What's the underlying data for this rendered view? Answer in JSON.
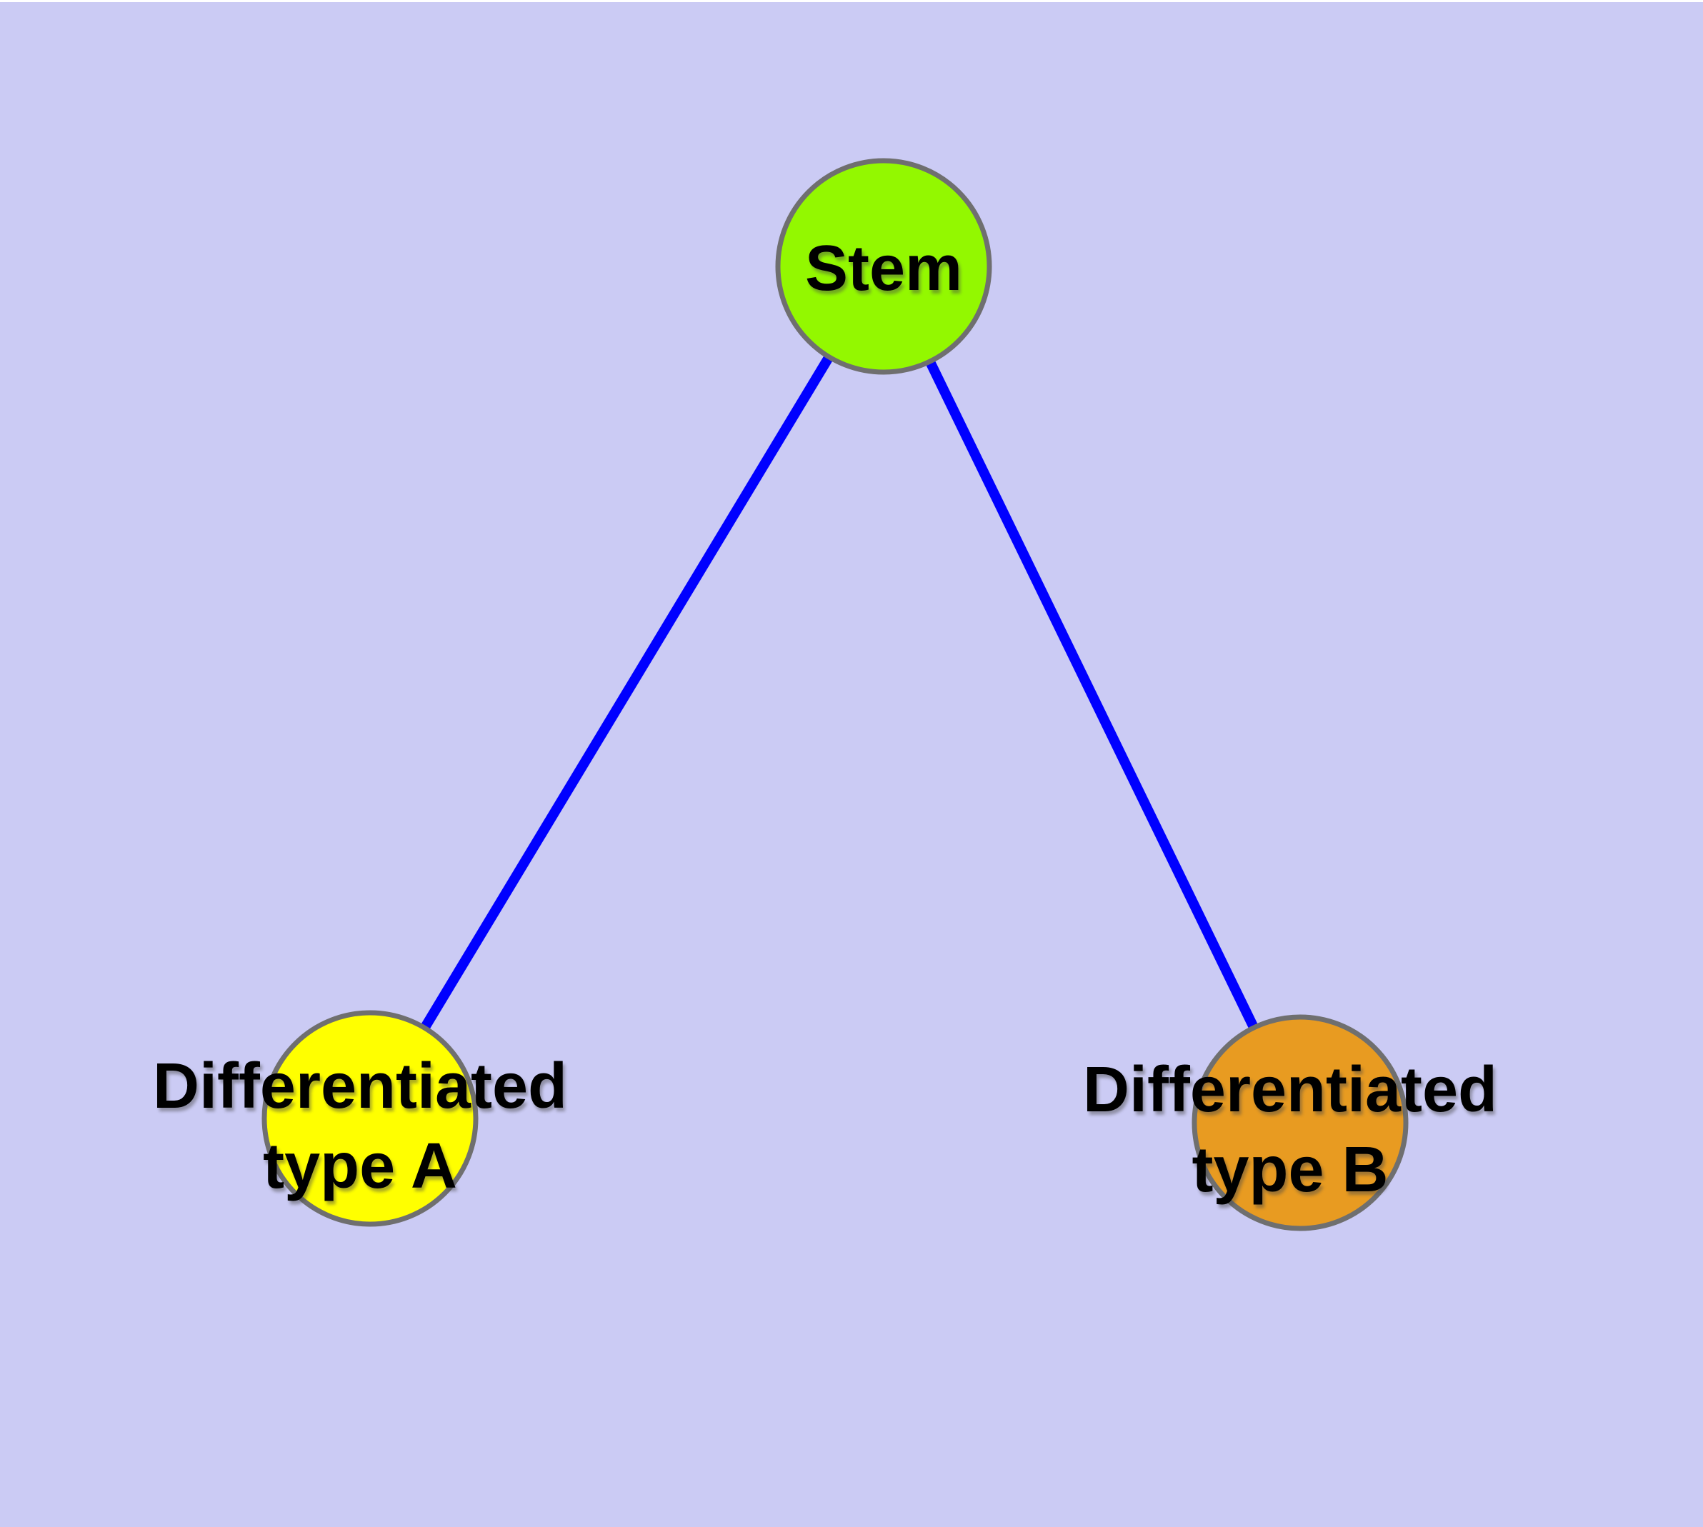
{
  "colors": {
    "background": "#CBCBF4",
    "top_strip": "#FFFFFF",
    "edge": "#0000FF",
    "node_border": "#6F6F6F",
    "label_text": "#000000",
    "stem_fill": "#93F800",
    "type_a_fill": "#FFFF00",
    "type_b_fill": "#E89B21"
  },
  "nodes": {
    "stem": {
      "label": "Stem"
    },
    "type_a": {
      "label_line1": "Differentiated",
      "label_line2": "type A"
    },
    "type_b": {
      "label_line1": "Differentiated",
      "label_line2": "type B"
    }
  },
  "edges": [
    {
      "from": "Stem",
      "to": "Differentiated type A"
    },
    {
      "from": "Stem",
      "to": "Differentiated type B"
    }
  ]
}
